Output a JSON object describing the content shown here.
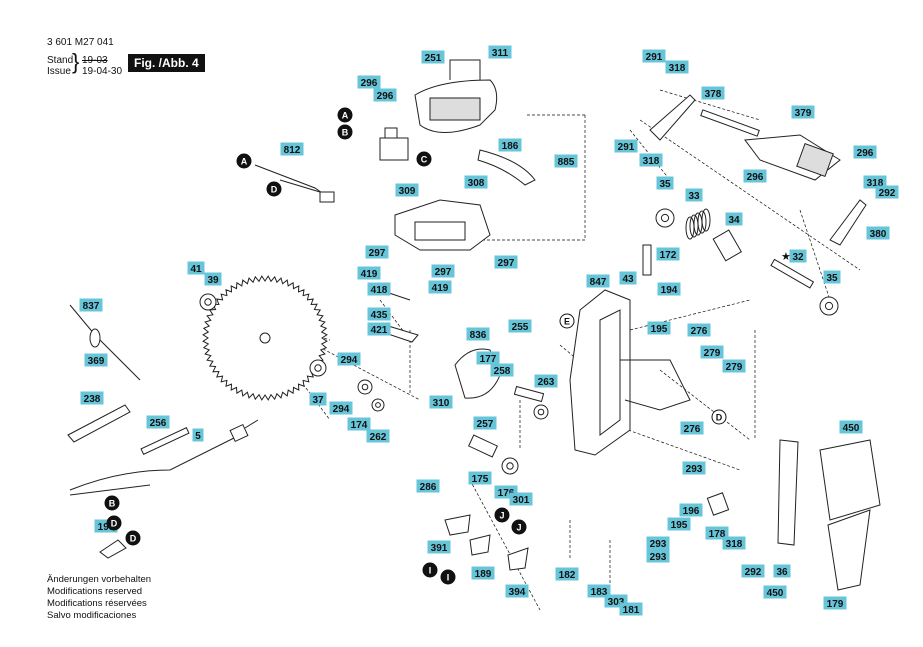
{
  "header": {
    "doc_number": "3 601 M27 041",
    "stand_label": "Stand",
    "issue_label": "Issue",
    "stand_date_struck": "19-03",
    "issue_date": "19-04-30",
    "figure_label": "Fig. /Abb. 4"
  },
  "footer": {
    "line1": "Änderungen vorbehalten",
    "line2": "Modifications reserved",
    "line3": "Modifications réservées",
    "line4": "Salvo modificaciones"
  },
  "colors": {
    "label_fill": "#67c5d9",
    "ink": "#111111",
    "badge": "#111111"
  },
  "part_labels": [
    "251",
    "311",
    "296",
    "296",
    "812",
    "885",
    "186",
    "309",
    "308",
    "297",
    "297",
    "297",
    "419",
    "418",
    "419",
    "435",
    "421",
    "41",
    "39",
    "837",
    "369",
    "294",
    "37",
    "294",
    "174",
    "262",
    "310",
    "836",
    "255",
    "177",
    "258",
    "263",
    "238",
    "256",
    "5",
    "257",
    "175",
    "176",
    "301",
    "286",
    "197",
    "391",
    "189",
    "394",
    "182",
    "183",
    "303",
    "181",
    "847",
    "43",
    "172",
    "194",
    "195",
    "276",
    "279",
    "279",
    "276",
    "293",
    "196",
    "195",
    "293",
    "293",
    "178",
    "318",
    "292",
    "36",
    "450",
    "450",
    "179",
    "291",
    "318",
    "378",
    "379",
    "291",
    "318",
    "296",
    "296",
    "318",
    "292",
    "35",
    "33",
    "34",
    "380",
    "32",
    "35"
  ],
  "callout_letters": [
    "A",
    "B",
    "A",
    "C",
    "D",
    "B",
    "D",
    "D",
    "E",
    "D",
    "J",
    "J",
    "I",
    "I"
  ],
  "star_marker": "★"
}
